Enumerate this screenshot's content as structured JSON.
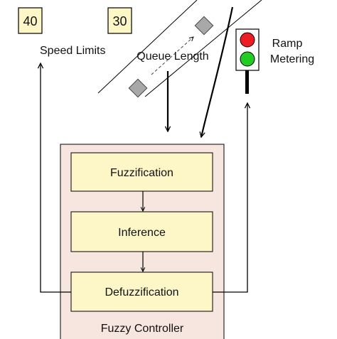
{
  "speed_signs": [
    {
      "value": "40"
    },
    {
      "value": "30"
    }
  ],
  "labels": {
    "speed_limits": "Speed Limits",
    "queue_length": "Queue Length",
    "ramp_metering_line1": "Ramp",
    "ramp_metering_line2": "Metering"
  },
  "controller": {
    "title": "Fuzzy Controller",
    "stages": [
      "Fuzzification",
      "Inference",
      "Defuzzification"
    ]
  },
  "colors": {
    "controller_fill": "#f7e6e0",
    "stage_fill": "#fdf7c8",
    "sign_fill": "#fdf7c8",
    "detector_fill": "#a8a8a8",
    "light_red": "#ee1c24",
    "light_green": "#22cc22"
  }
}
